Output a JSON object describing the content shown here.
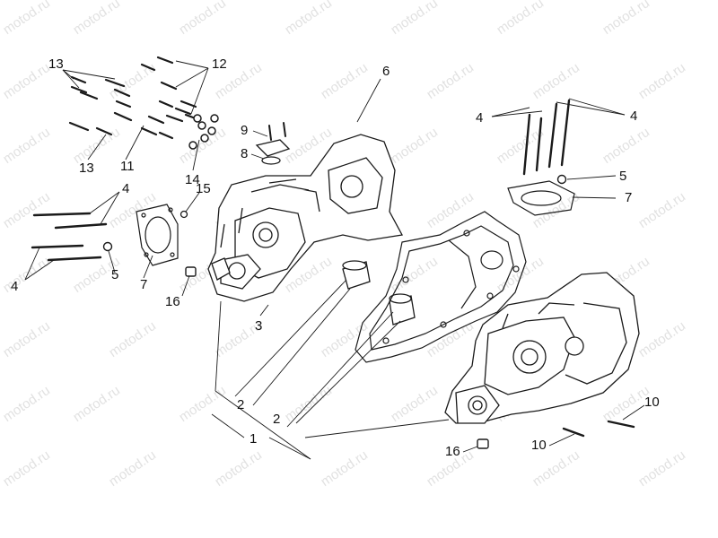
{
  "watermark": {
    "text": "motod.ru",
    "color": "#c9c9c9"
  },
  "callouts": {
    "c1": "1",
    "c2a": "2",
    "c2b": "2",
    "c3": "3",
    "c4a": "4",
    "c4b": "4",
    "c4c": "4",
    "c4d": "4",
    "c5a": "5",
    "c5b": "5",
    "c6": "6",
    "c7a": "7",
    "c7b": "7",
    "c8": "8",
    "c9": "9",
    "c10a": "10",
    "c10b": "10",
    "c11": "11",
    "c12": "12",
    "c13a": "13",
    "c13b": "13",
    "c14": "14",
    "c15": "15",
    "c16a": "16",
    "c16b": "16"
  },
  "colors": {
    "line": "#1a1a1a",
    "background": "#ffffff"
  }
}
